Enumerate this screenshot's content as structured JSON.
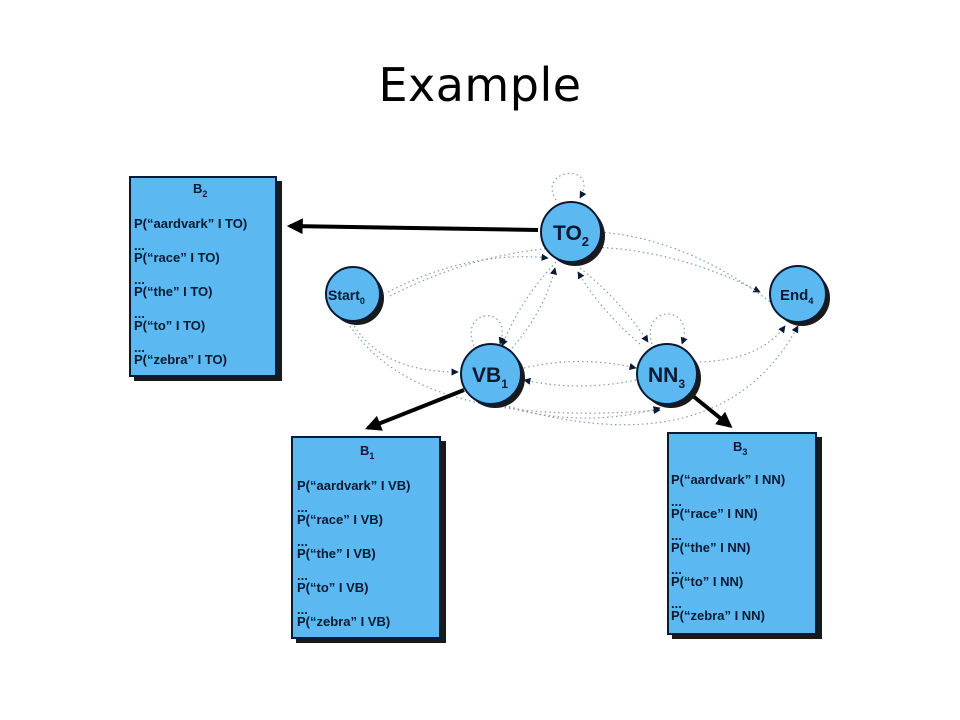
{
  "title": "Example",
  "nodes": {
    "to": {
      "main": "TO",
      "sub": "2"
    },
    "start": {
      "main": "Start",
      "sub": "0"
    },
    "end": {
      "main": "End",
      "sub": "4"
    },
    "vb": {
      "main": "VB",
      "sub": "1"
    },
    "nn": {
      "main": "NN",
      "sub": "3"
    }
  },
  "boxes": {
    "b2": {
      "title": "B",
      "sub": "2",
      "lines": [
        "P(“aardvark” I TO)",
        "...",
        "P(“race” I TO)",
        "...",
        "P(“the” I TO)",
        "...",
        "P(“to” I TO)",
        "...",
        "P(“zebra” I TO)"
      ]
    },
    "b1": {
      "title": "B",
      "sub": "1",
      "lines": [
        "P(“aardvark” I VB)",
        "...",
        "P(“race” I VB)",
        "...",
        "P(“the” I VB)",
        "...",
        "P(“to” I VB)",
        "...",
        "P(“zebra” I VB)"
      ]
    },
    "b3": {
      "title": "B",
      "sub": "3",
      "lines": [
        "P(“aardvark” I NN)",
        "...",
        "P(“race” I NN)",
        "...",
        "P(“the” I NN)",
        "...",
        "P(“to” I NN)",
        "...",
        "P(“zebra” I NN)"
      ]
    }
  },
  "colors": {
    "node_fill": "#5bb8f0",
    "outline": "#0a1a33",
    "edge": "#8a9bb0"
  }
}
